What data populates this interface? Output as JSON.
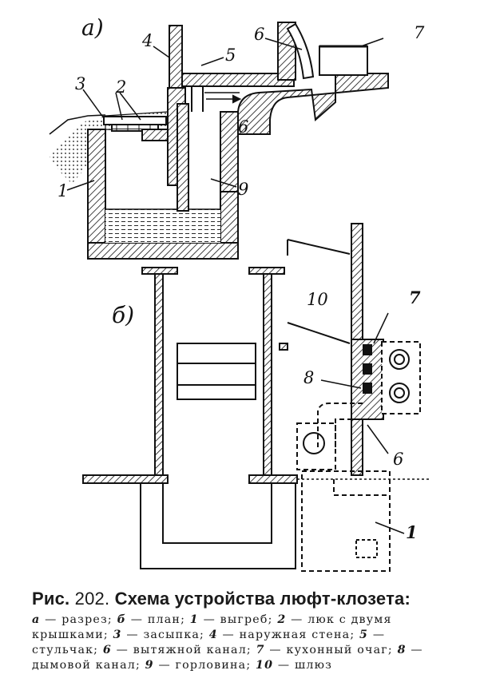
{
  "panel_labels": {
    "a": "а)",
    "b": "б)"
  },
  "callouts": {
    "n1_section": "1",
    "n2": "2",
    "n3": "3",
    "n4": "4",
    "n5": "5",
    "n6_top": "6",
    "n6_mid": "6",
    "n7_section": "7",
    "n9": "9",
    "n10": "10",
    "n7_plan": "7",
    "n8": "8",
    "n6_plan": "6",
    "n1_plan": "1"
  },
  "caption": {
    "title_prefix": "Рис.",
    "figure_number": "202.",
    "title_text": "Схема устройства люфт-клозета:"
  },
  "legend": [
    {
      "key": "а",
      "text": "разрез;"
    },
    {
      "key": "б",
      "text": "план;"
    },
    {
      "key": "1",
      "text": "выгреб;"
    },
    {
      "key": "2",
      "text": "люк с двумя крышками;"
    },
    {
      "key": "3",
      "text": "засыпка;"
    },
    {
      "key": "4",
      "text": "наружная стена;"
    },
    {
      "key": "5",
      "text": "стульчак;"
    },
    {
      "key": "6",
      "text": "вытяжной канал;"
    },
    {
      "key": "7",
      "text": "кухонный очаг;"
    },
    {
      "key": "8",
      "text": "дымовой канал;"
    },
    {
      "key": "9",
      "text": "горловина;"
    },
    {
      "key": "10",
      "text": "шлюз"
    }
  ],
  "colors": {
    "ink": "#111111",
    "paper": "#ffffff",
    "liquid": "#e8e8e8"
  }
}
